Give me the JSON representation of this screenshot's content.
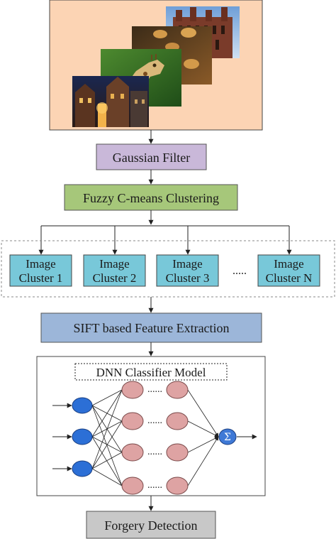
{
  "colors": {
    "input_panel": "#fcd4b4",
    "gaussian_box": "#c9b8d9",
    "fcm_box": "#a6c77a",
    "cluster_box": "#78c8d9",
    "sift_box": "#9cb6d9",
    "forgery_box": "#c8c8c8",
    "input_neuron": "#2c6fd6",
    "hidden_neuron": "#dea3a3",
    "output_neuron": "#3f79d6",
    "line": "#222222"
  },
  "input_images": [
    {
      "label": "",
      "icon": "gothic-building-photo"
    },
    {
      "label": "",
      "icon": "faces-artwork-photo"
    },
    {
      "label": "",
      "icon": "giraffe-photo"
    },
    {
      "label": "",
      "icon": "night-street-photo"
    }
  ],
  "steps": {
    "gaussian": "Gaussian Filter",
    "fcm": "Fuzzy C-means Clustering",
    "sift": "SIFT based Feature Extraction",
    "forgery": "Forgery Detection"
  },
  "clusters": [
    {
      "line1": "Image",
      "line2": "Cluster 1"
    },
    {
      "line1": "Image",
      "line2": "Cluster 2"
    },
    {
      "line1": "Image",
      "line2": "Cluster 3"
    },
    {
      "line1": "Image",
      "line2": "Cluster N"
    }
  ],
  "cluster_ellipsis": ".....",
  "dnn": {
    "title": "DNN Classifier Model",
    "hidden_ellipsis": "......",
    "output_symbol": "Σ"
  }
}
